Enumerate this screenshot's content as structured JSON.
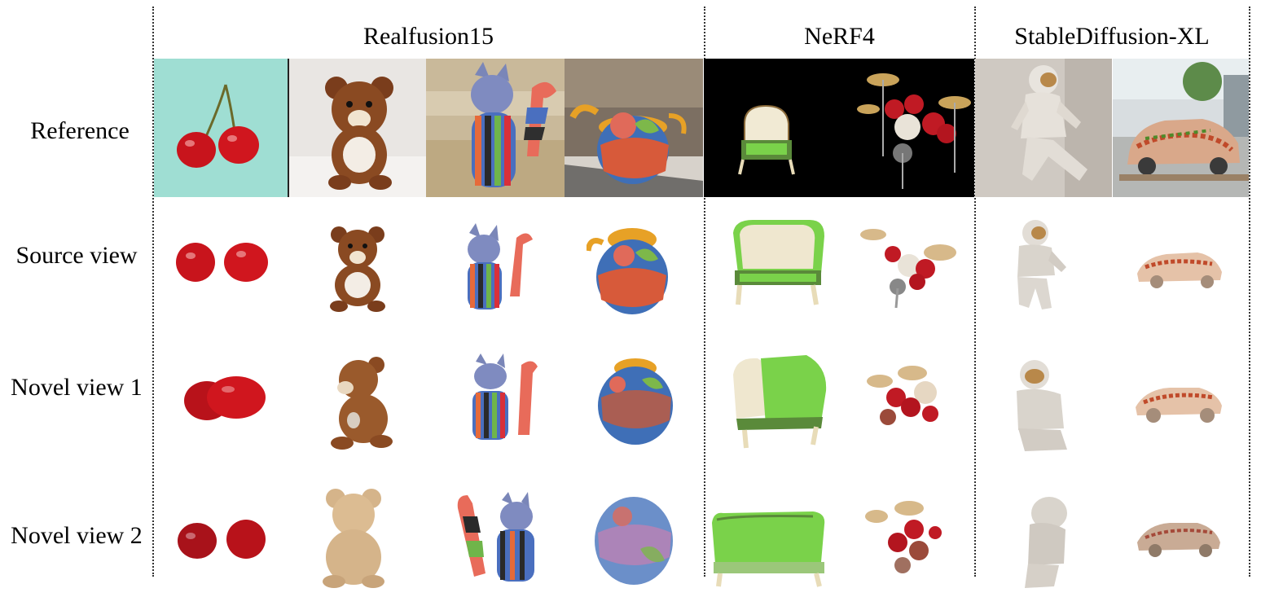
{
  "groups": [
    {
      "label": "Realfusion15"
    },
    {
      "label": "NeRF4"
    },
    {
      "label": "StableDiffusion-XL"
    }
  ],
  "rows": [
    {
      "label": "Reference"
    },
    {
      "label": "Source view"
    },
    {
      "label": "Novel view 1"
    },
    {
      "label": "Novel view 2"
    }
  ],
  "objects": [
    "cherries",
    "teddy-bear",
    "striped-cat",
    "teapot",
    "armchair",
    "drum-kit",
    "astronaut",
    "food-car"
  ],
  "colors": {
    "cherry": "#c8141c",
    "bear": "#8a4a22",
    "mint": "#9fded3",
    "chair-green": "#7ad24a",
    "black": "#000000"
  }
}
